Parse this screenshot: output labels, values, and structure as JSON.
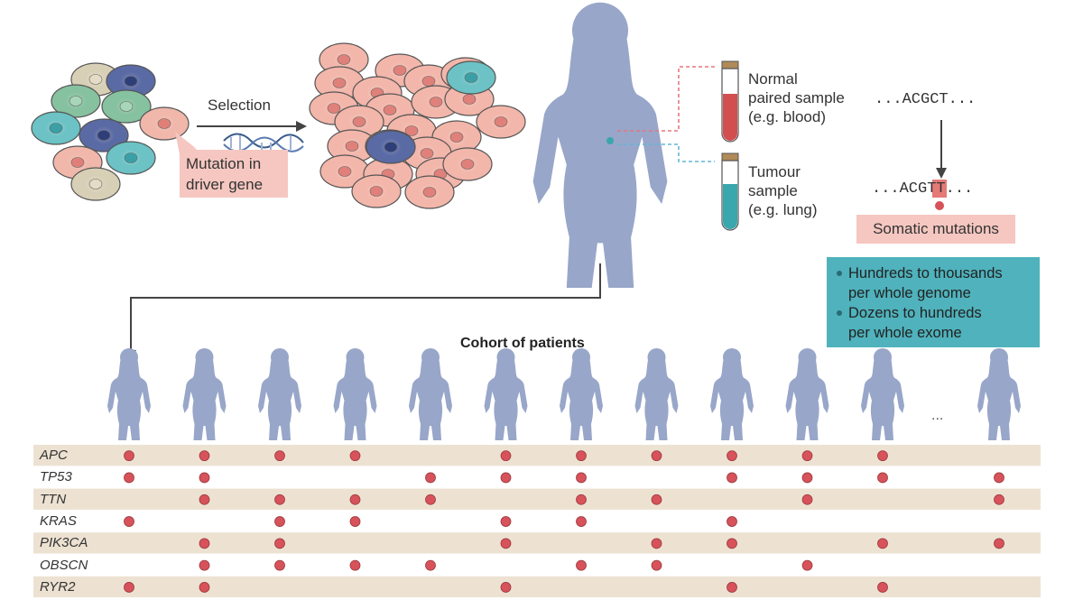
{
  "selection_label": "Selection",
  "mutation_label": [
    "Mutation in",
    "driver gene"
  ],
  "normal_sample": [
    "Normal",
    "paired sample",
    "(e.g. blood)"
  ],
  "tumour_sample": [
    "Tumour",
    "sample",
    "(e.g. lung)"
  ],
  "sequence_normal": "...ACGCT...",
  "sequence_tumour_prefix": "...ACG",
  "sequence_tumour_mutated": "T",
  "sequence_tumour_suffix": "T...",
  "somatic_label": "Somatic mutations",
  "info_bullets": [
    [
      "Hundreds to thousands",
      "per whole genome"
    ],
    [
      "Dozens to hundreds",
      "per whole exome"
    ]
  ],
  "cohort_title": "Cohort of patients",
  "cohort_ellipsis": "...",
  "colors": {
    "silhouette": "#98a6c9",
    "mutation_dot": "#d7525a",
    "row_band": "#ede2d2",
    "info_box": "#4fb2bc",
    "label_box": "#f5c7c0"
  },
  "patients_count": 12,
  "genes": [
    {
      "name": "APC",
      "mutated_patients": [
        1,
        2,
        3,
        4,
        6,
        7,
        8,
        9,
        10,
        11
      ]
    },
    {
      "name": "TP53",
      "mutated_patients": [
        1,
        2,
        5,
        6,
        7,
        9,
        10,
        11,
        12
      ]
    },
    {
      "name": "TTN",
      "mutated_patients": [
        2,
        3,
        4,
        5,
        7,
        8,
        10,
        12
      ]
    },
    {
      "name": "KRAS",
      "mutated_patients": [
        1,
        3,
        4,
        6,
        7,
        9
      ]
    },
    {
      "name": "PIK3CA",
      "mutated_patients": [
        2,
        3,
        6,
        8,
        9,
        11,
        12
      ]
    },
    {
      "name": "OBSCN",
      "mutated_patients": [
        2,
        3,
        4,
        5,
        7,
        8,
        10
      ]
    },
    {
      "name": "RYR2",
      "mutated_patients": [
        1,
        2,
        6,
        9,
        11
      ]
    }
  ]
}
